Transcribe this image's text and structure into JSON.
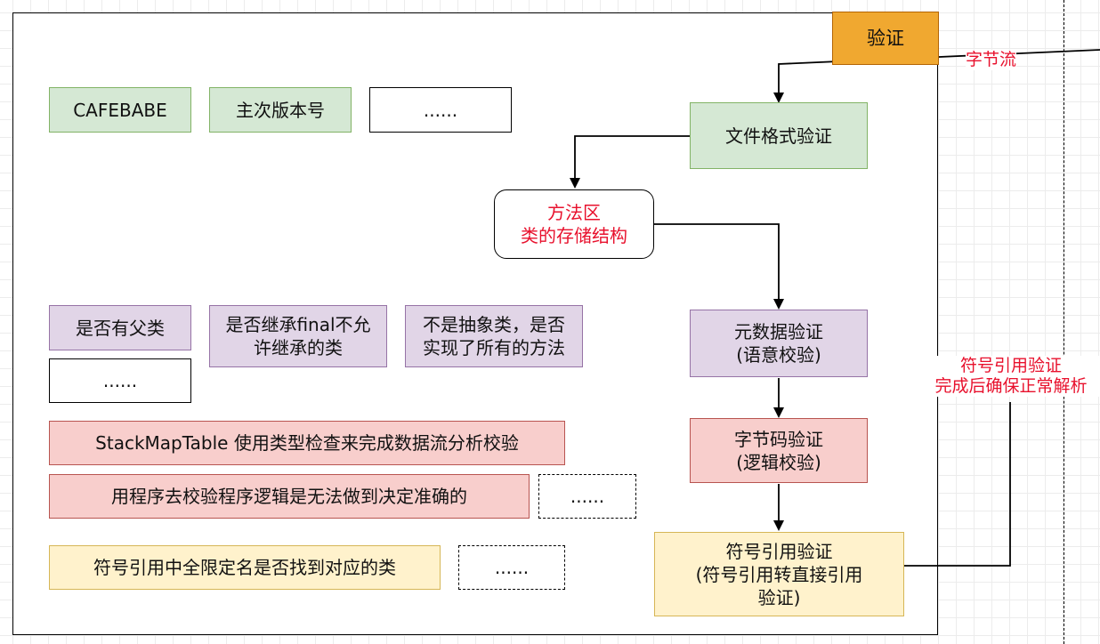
{
  "colors": {
    "green_fill": "#d5e8d4",
    "purple_fill": "#e1d5e7",
    "red_fill": "#f8cecc",
    "yellow_fill": "#fff2cc",
    "orange_fill": "#f0a830",
    "annotation_text": "#e8112d"
  },
  "header": {
    "title": "验证"
  },
  "edge_labels": {
    "bytestream": "字节流",
    "symbol_ref_line1": "符号引用验证",
    "symbol_ref_line2": "完成后确保正常解析"
  },
  "flow": {
    "file_format": "文件格式验证",
    "method_area_line1": "方法区",
    "method_area_line2": "类的存储结构",
    "metadata_line1": "元数据验证",
    "metadata_line2": "(语意校验)",
    "bytecode_line1": "字节码验证",
    "bytecode_line2": "(逻辑校验)",
    "symbol_line1": "符号引用验证",
    "symbol_line2": "(符号引用转直接引用",
    "symbol_line3": "验证)"
  },
  "file_format_items": [
    "CAFEBABE",
    "主次版本号",
    "......"
  ],
  "metadata_items": {
    "has_parent": "是否有父类",
    "final_line1": "是否继承final不允",
    "final_line2": "许继承的类",
    "abstract_line1": "不是抽象类，是否",
    "abstract_line2": "实现了所有的方法",
    "more": "......"
  },
  "bytecode_items": {
    "stackmap": "StackMapTable 使用类型检查来完成数据流分析校验",
    "program_check": "用程序去校验程序逻辑是无法做到决定准确的",
    "more": "......"
  },
  "symbol_items": {
    "qualified_name": "符号引用中全限定名是否找到对应的类",
    "more": "......"
  }
}
